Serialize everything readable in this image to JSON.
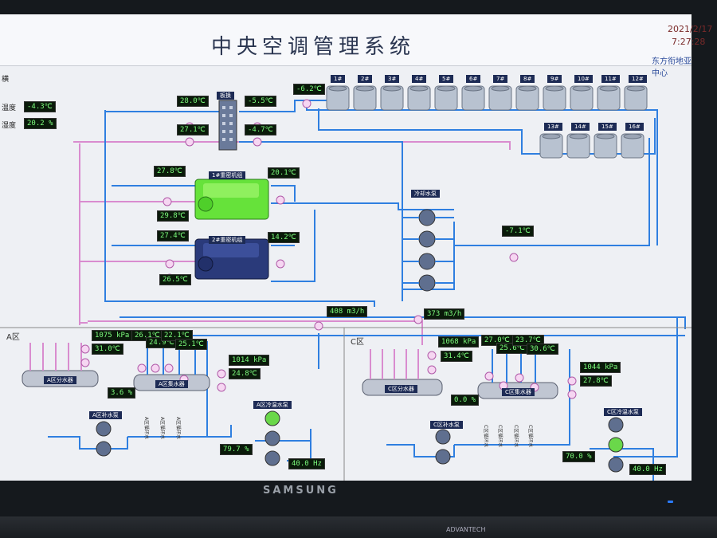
{
  "header": {
    "title": "中央空调管理系统",
    "date": "2021/2/17",
    "time": "7:27:28",
    "org": "东方衔地亚中心"
  },
  "outdoor": {
    "cut_label": "横",
    "temp_label": "温度",
    "temp_value": "-4.3℃",
    "humid_label": "湿度",
    "humid_value": "20.2 %"
  },
  "plant": {
    "hx_label": "板换",
    "hx_in_left": "28.0℃",
    "hx_out_left": "27.1℃",
    "hx_in_right": "-5.5℃",
    "hx_out_right": "-4.7℃",
    "tower_supply": "-6.2℃",
    "chiller1_label": "1#重密机组",
    "chiller1_in": "27.8℃",
    "chiller1_out": "20.1℃",
    "chiller1_ret": "29.8℃",
    "chiller2_label": "2#重密机组",
    "chiller2_in": "27.4℃",
    "chiller2_out": "14.2℃",
    "chiller2_ret": "26.5℃",
    "cooling_pump_label": "冷却水泵",
    "cooling_ret": "-7.1℃",
    "flow_a": "408 m3/h",
    "flow_c": "373 m3/h"
  },
  "towers": [
    "1#",
    "2#",
    "3#",
    "4#",
    "5#",
    "6#",
    "7#",
    "8#",
    "9#",
    "10#",
    "11#",
    "12#",
    "13#",
    "14#",
    "15#",
    "16#"
  ],
  "zone_a": {
    "label": "A区",
    "pressure_supply": "1075 kPa",
    "temp_supply": "31.0℃",
    "branch_temps": [
      "26.1℃",
      "24.9℃",
      "22.1℃",
      "25.1℃"
    ],
    "pressure_return": "1014 kPa",
    "temp_return": "24.8℃",
    "valve_pct": "3.6 %",
    "divider": "A区分水器",
    "collector": "A区集水器",
    "makeup_pump": "A区补水泵",
    "chw_pump": "A区冷温水泵",
    "bypass_pct": "79.7 %",
    "freq": "40.0 Hz"
  },
  "zone_c": {
    "label": "C区",
    "pressure_supply": "1068 kPa",
    "temp_supply": "31.4℃",
    "branch_temps": [
      "27.0℃",
      "25.6℃",
      "23.7℃",
      "30.6℃"
    ],
    "pressure_return": "1044 kPa",
    "temp_return": "27.8℃",
    "valve_pct": "0.0 %",
    "divider": "C区分水器",
    "collector": "C区集水器",
    "makeup_pump": "C区补水泵",
    "chw_pump": "C区冷温水泵",
    "bypass_pct": "70.0 %",
    "freq": "40.0 Hz"
  },
  "monitor": {
    "brand": "SAMSUNG",
    "keyboard_brand": "ADVANTECH"
  },
  "colors": {
    "pipe_blue": "#2f7fe0",
    "pipe_pink": "#d98ccf",
    "chiller1": "#66e23a",
    "chiller2": "#2a3a7a",
    "readout_bg": "#0a1a0a",
    "readout_fg": "#7dfc7d"
  }
}
